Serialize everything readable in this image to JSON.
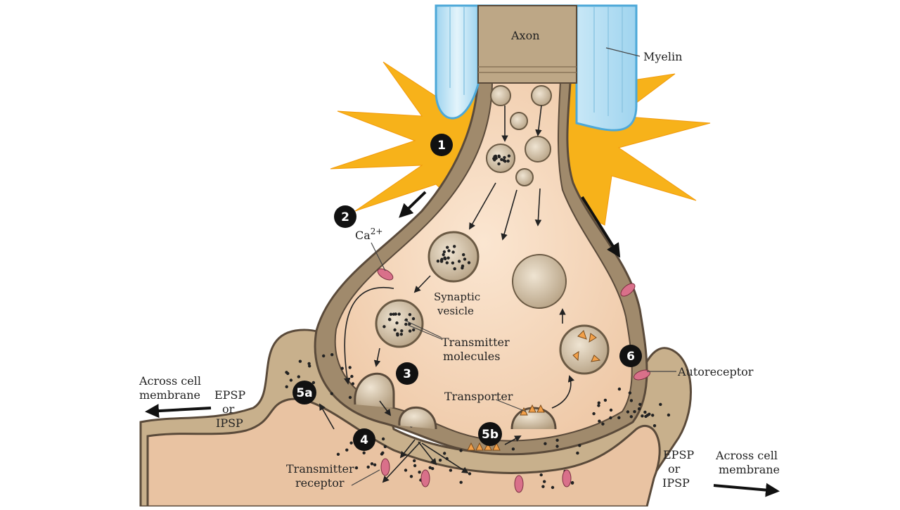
{
  "labels": {
    "axon": "Axon",
    "myelin": "Myelin",
    "calcium_base": "Ca",
    "calcium_sup": "2+",
    "synaptic_vesicle_1": "Synaptic",
    "synaptic_vesicle_2": "vesicle",
    "transmitter_molecules_1": "Transmitter",
    "transmitter_molecules_2": "molecules",
    "transporter": "Transporter",
    "autoreceptor": "Autoreceptor",
    "transmitter_receptor_1": "Transmitter",
    "transmitter_receptor_2": "receptor",
    "left_across_1": "Across cell",
    "left_across_2": "membrane",
    "left_epsp": "EPSP",
    "left_or": "or",
    "left_ipsp": "IPSP",
    "right_epsp": "EPSP",
    "right_or": "or",
    "right_ipsp": "IPSP",
    "right_across_1": "Across cell",
    "right_across_2": "membrane"
  },
  "steps": {
    "s1": "1",
    "s2": "2",
    "s3": "3",
    "s4": "4",
    "s5a": "5a",
    "s5b": "5b",
    "s6": "6"
  },
  "colors": {
    "membrane": "#a08a6c",
    "membrane_edge": "#5a4a3a",
    "cytoplasm": "#f4d7bd",
    "postsynaptic": "#c8b08c",
    "myelin": "#bfe3f3",
    "myelin_edge": "#4ca8d8",
    "burst": "#f7b21a",
    "receptor": "#d9708a",
    "vesicle": "#c9b69a"
  }
}
